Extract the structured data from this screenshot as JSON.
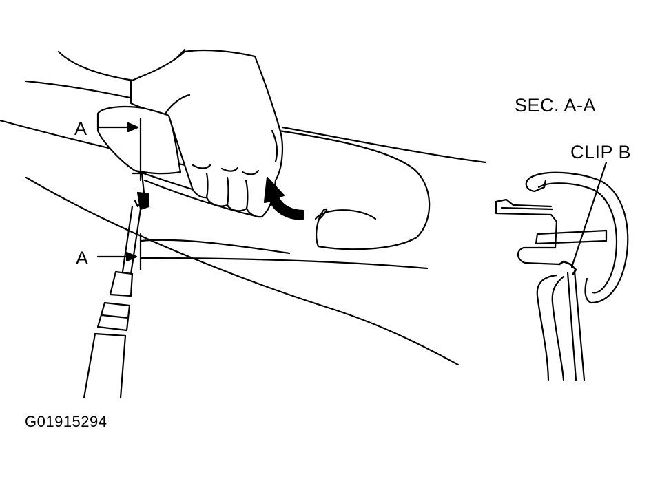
{
  "labels": {
    "section_point_top": "A",
    "section_point_bottom": "A",
    "section_title": "SEC. A-A",
    "clip_label": "CLIP B",
    "figure_id": "G01915294"
  },
  "colors": {
    "ink": "#000000",
    "paper": "#ffffff"
  },
  "icons": {
    "hand": "hand-illustration",
    "tool": "trim-tool-illustration",
    "pull_direction": "curved-arrow-icon"
  }
}
